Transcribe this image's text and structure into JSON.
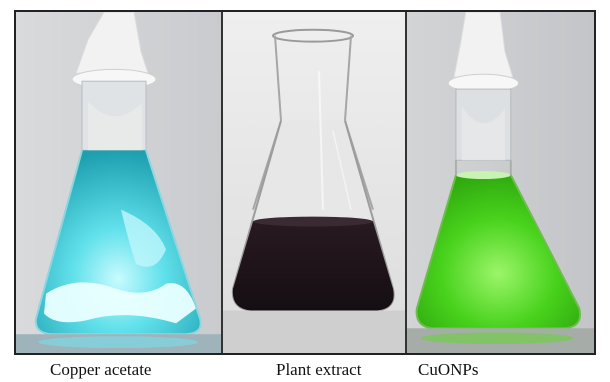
{
  "panels": [
    {
      "caption": "Copper acetate",
      "liquid_color": "#38c9d6"
    },
    {
      "caption": "Plant extract",
      "liquid_color": "#1c1418"
    },
    {
      "caption": "CuONPs",
      "liquid_color": "#3fd11a"
    }
  ]
}
